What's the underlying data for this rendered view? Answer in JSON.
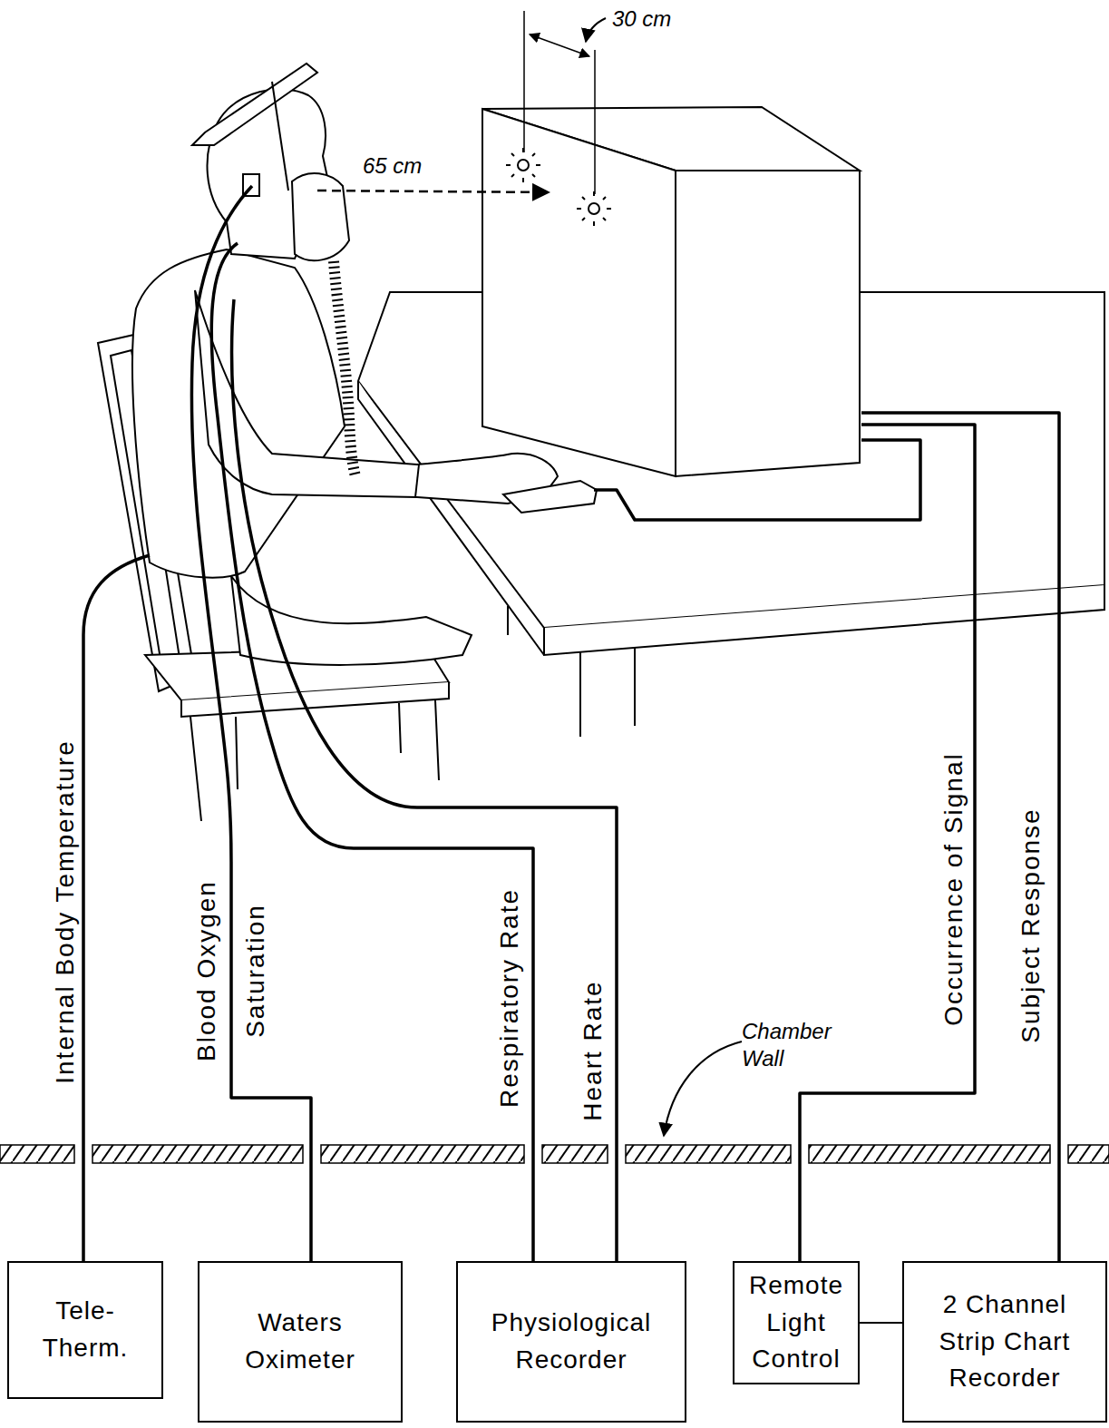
{
  "diagram": {
    "nodes": [
      {
        "text": [
          "Tele- Therm."
        ]
      },
      {
        "text": [
          "Waters Oximeter"
        ]
      },
      {
        "text": [
          "Physiological Recorder"
        ]
      },
      {
        "text": [
          "Remote Light Control"
        ]
      },
      {
        "text": [
          "2 Channel Strip Chart Recorder"
        ]
      }
    ],
    "edges": [
      {
        "from": 3,
        "to": 4,
        "arrow": "none"
      }
    ],
    "labels": [
      "30 cm",
      "65 cm",
      "Internal Body Temperature",
      "Blood Oxygen Saturation",
      "Respiratory Rate",
      "Heart Rate",
      "Chamber Wall",
      "Occurrence of Signal",
      "Subject Response"
    ]
  }
}
